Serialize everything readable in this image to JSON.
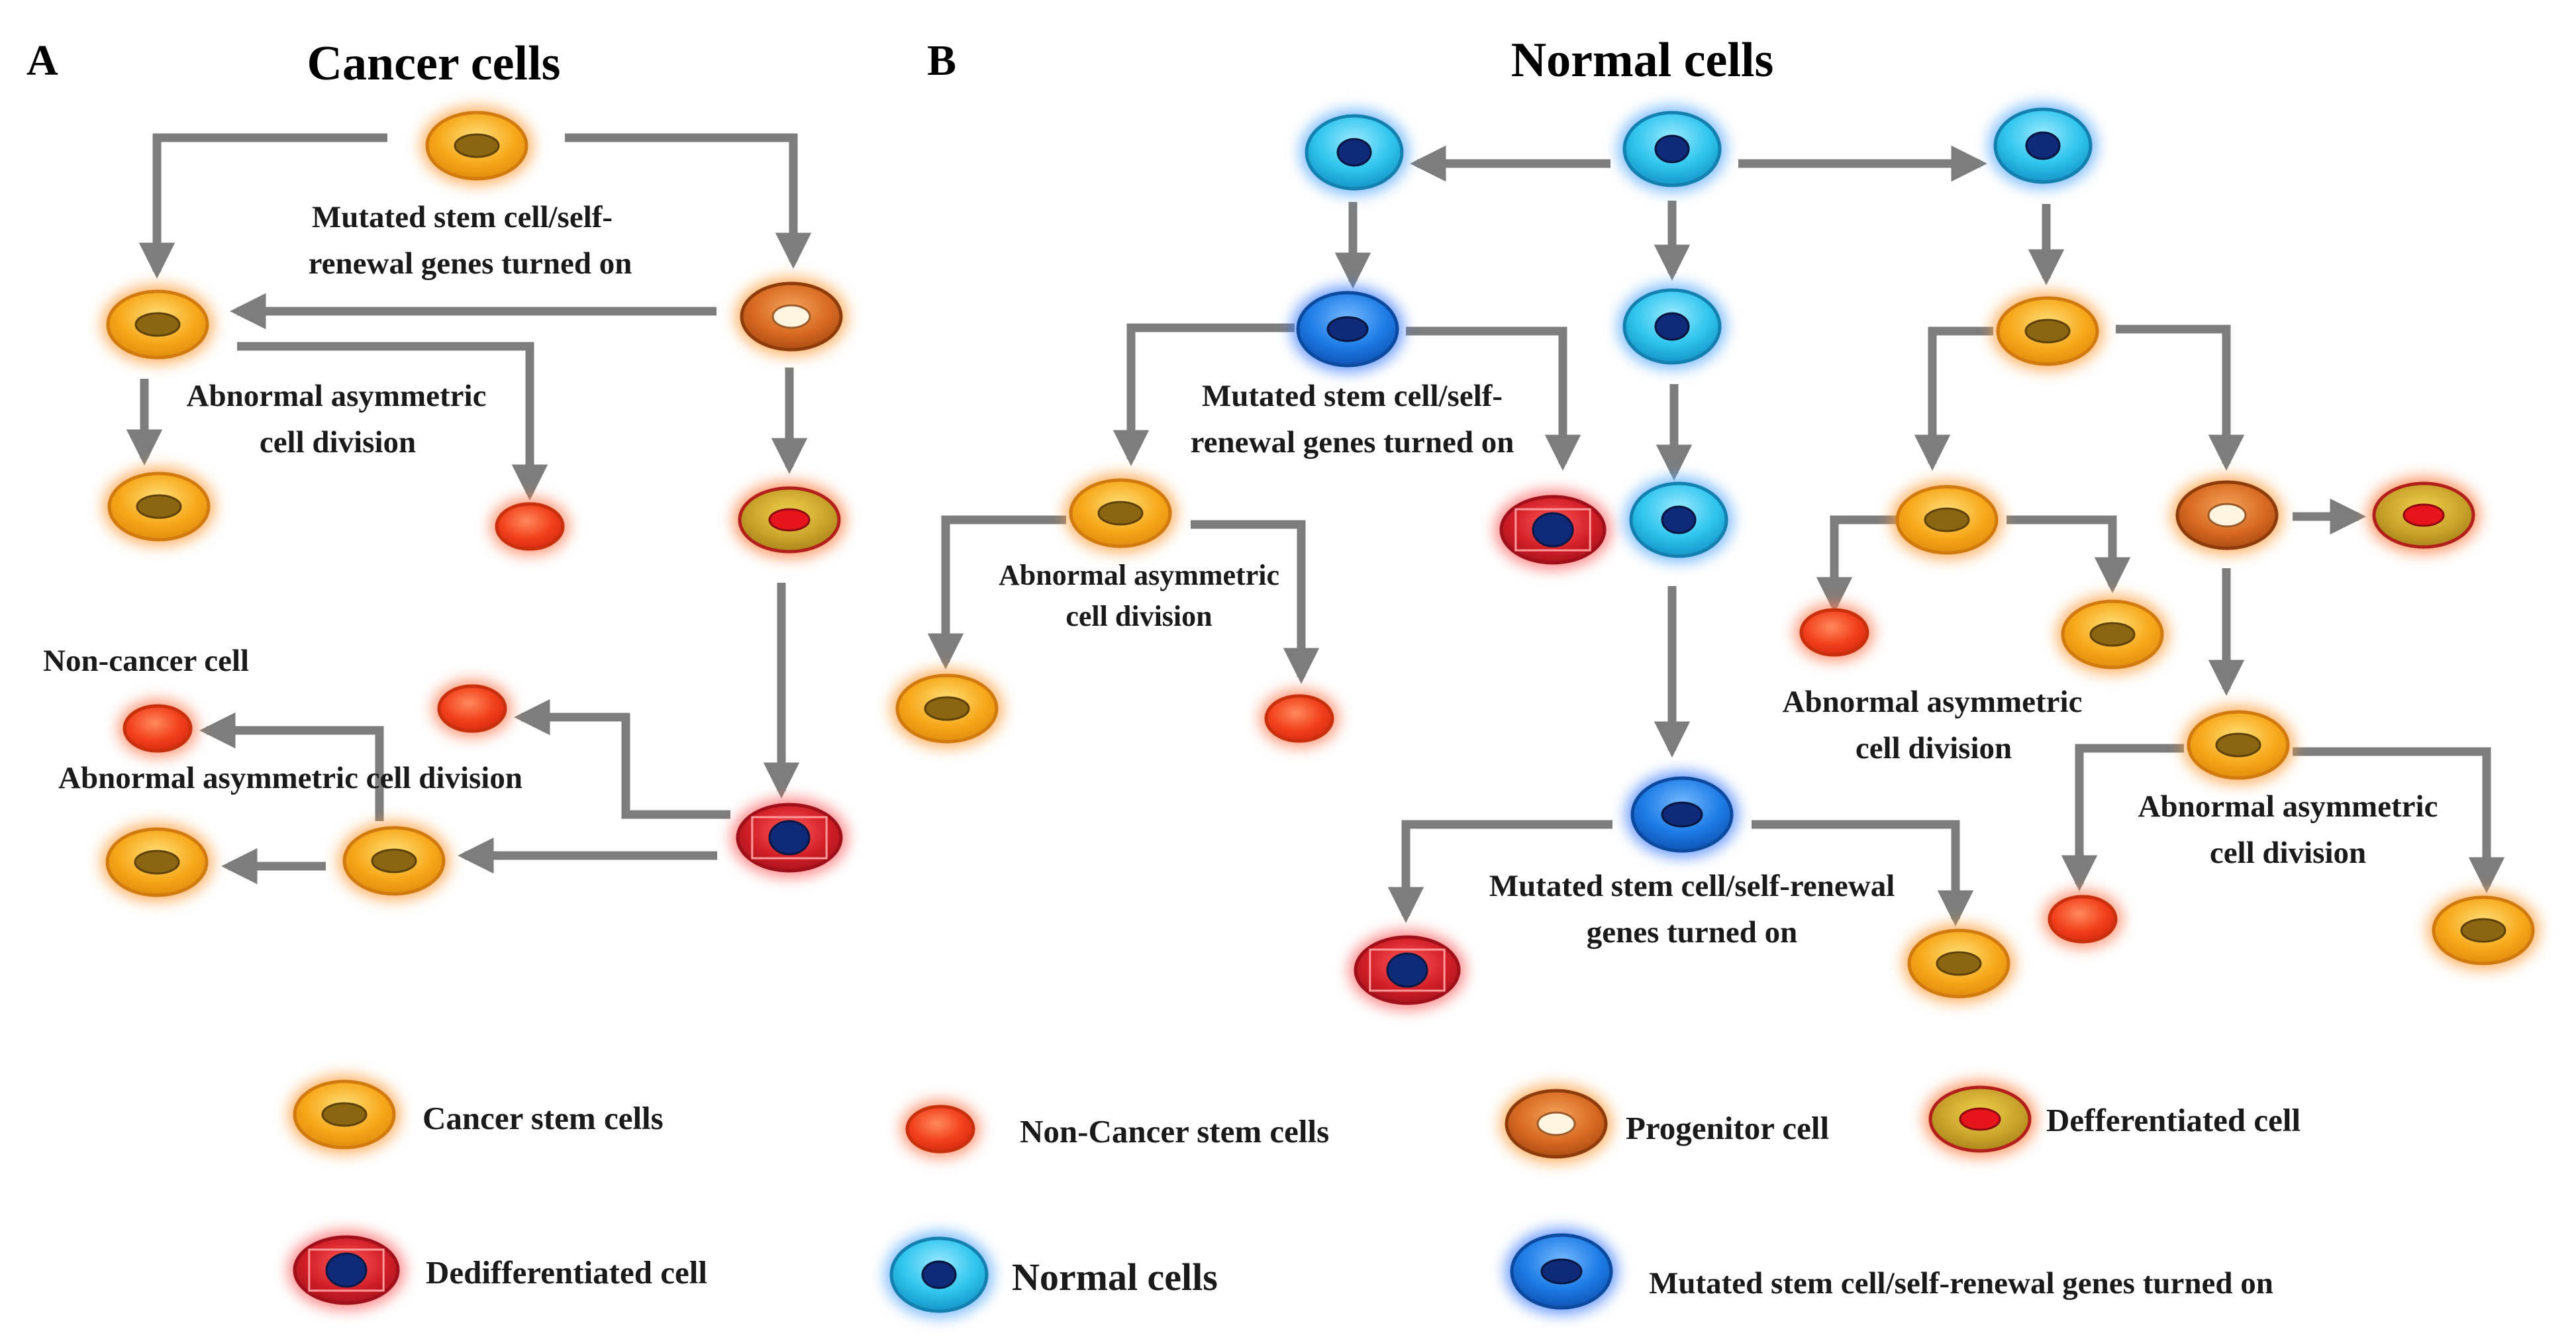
{
  "panels": {
    "a": {
      "letter": "A",
      "title": "Cancer cells"
    },
    "b": {
      "letter": "B",
      "title": "Normal cells"
    }
  },
  "labels": {
    "a_mut_1": "Mutated stem cell/self-",
    "a_mut_2": "renewal genes turned  on",
    "a_aad_1": "Abnormal  asymmetric",
    "a_aad_2": "cell division",
    "a_noncancer": "Non-cancer cell",
    "a_aad_bottom": "Abnormal   asymmetric   cell division",
    "b_mut_1": "Mutated stem cell/self-",
    "b_mut_2": "renewal genes turned  on",
    "b_aad_left_1": "Abnormal  asymmetric",
    "b_aad_left_2": "cell division",
    "b_aad_mid_1": "Abnormal  asymmetric",
    "b_aad_mid_2": "cell division",
    "b_aad_right_1": "Abnormal  asymmetric",
    "b_aad_right_2": "cell division",
    "b_mut_bottom_1": "Mutated stem cell/self-renewal",
    "b_mut_bottom_2": "genes turned  on"
  },
  "legend": {
    "cancer_stem": "Cancer  stem cells",
    "non_cancer_stem": "Non-Cancer  stem cells",
    "progenitor": "Progenitor  cell",
    "differentiated": "Defferentiated cell",
    "dedifferentiated": "Dedifferentiated  cell",
    "normal": "Normal cells",
    "mutated": "Mutated  stem cell/self-renewal  genes turned  on"
  },
  "colors": {
    "arrow": "#7d7d7d",
    "cancer_stem": "#f7a81a",
    "non_cancer_stem": "#f2401c",
    "progenitor": "#d86a22",
    "differentiated": "#c9a32a",
    "dedifferentiated": "#d21f28",
    "normal": "#2fc5ee",
    "mutated": "#1e7de6",
    "nucleus_cancer": "#8a6512",
    "nucleus_dark": "#0f2a78"
  }
}
